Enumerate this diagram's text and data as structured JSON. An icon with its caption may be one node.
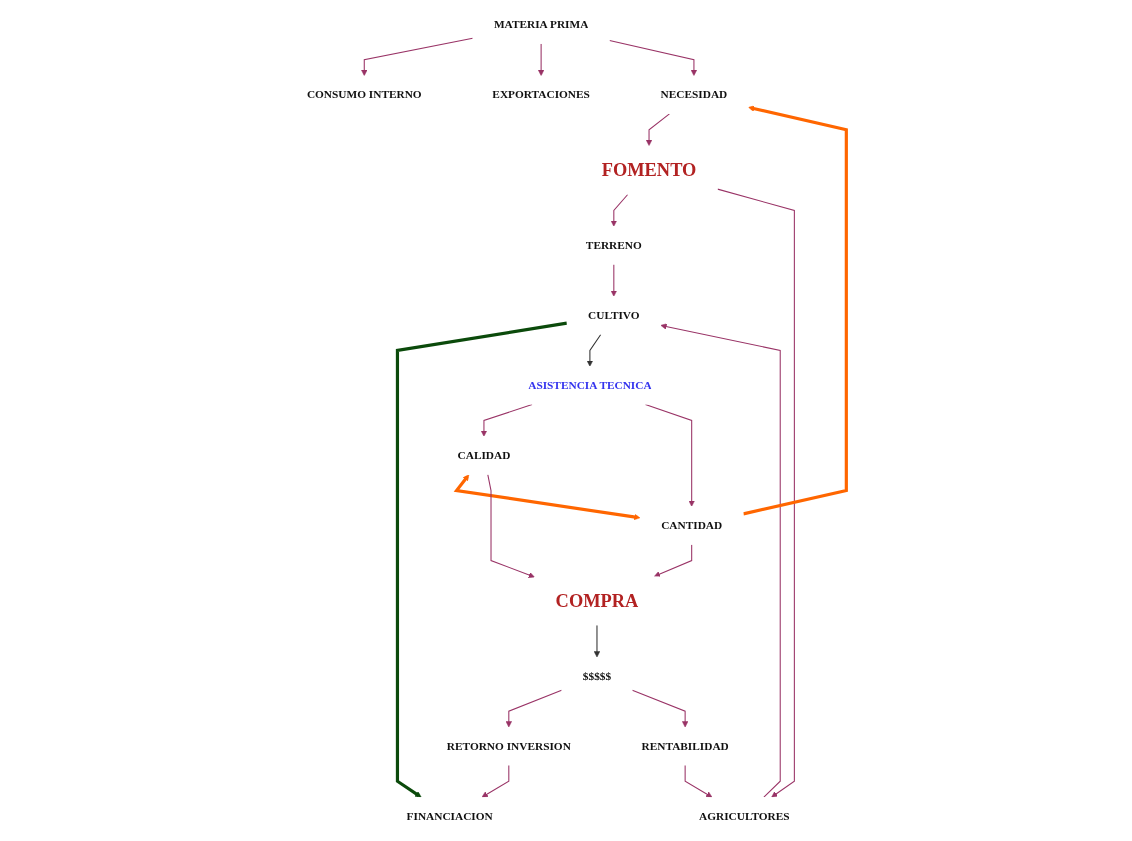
{
  "diagram": {
    "nodes": [
      {
        "text": [
          "CONSUMO INTERNO"
        ]
      },
      {
        "text": [
          "EXPORTACIONES"
        ]
      },
      {
        "text": [
          "MATERIA PRIMA"
        ]
      },
      {
        "text": [
          "NECESIDAD"
        ]
      },
      {
        "text": [
          "FOMENTO"
        ]
      },
      {
        "text": [
          "TERRENO"
        ]
      },
      {
        "text": [
          "AGRICULTORES"
        ]
      },
      {
        "text": [
          "FINANCIACION"
        ]
      },
      {
        "text": [
          "CULTIVO"
        ]
      },
      {
        "text": [
          "ASISTENCIA TECNICA"
        ]
      },
      {
        "text": [
          "CALIDAD"
        ]
      },
      {
        "text": [
          "CANTIDAD"
        ]
      },
      {
        "text": [
          "RETORNO INVERSION"
        ]
      },
      {
        "text": [
          "RENTABILIDAD"
        ]
      },
      {
        "text": [
          "COMPRA"
        ]
      },
      {
        "text": [
          "$$$$$"
        ]
      }
    ],
    "edges": [
      {
        "from": 2,
        "to": 0,
        "arrow": "to"
      },
      {
        "from": 2,
        "to": 1,
        "arrow": "to"
      },
      {
        "from": 2,
        "to": 3,
        "arrow": "to"
      },
      {
        "from": 3,
        "to": 4,
        "arrow": "to"
      },
      {
        "from": 4,
        "to": 5,
        "arrow": "to"
      },
      {
        "from": 4,
        "to": 6,
        "arrow": "to"
      },
      {
        "from": 5,
        "to": 8,
        "arrow": "to"
      },
      {
        "from": 6,
        "to": 8,
        "arrow": "to"
      },
      {
        "from": 8,
        "to": 7,
        "arrow": "to",
        "style": "thick",
        "color": "#0b4a0b"
      },
      {
        "from": 8,
        "to": 9,
        "arrow": "to",
        "color": "#333333"
      },
      {
        "from": 9,
        "to": 10,
        "arrow": "to"
      },
      {
        "from": 9,
        "to": 11,
        "arrow": "to"
      },
      {
        "from": 10,
        "to": 11,
        "arrow": "both",
        "style": "thick",
        "color": "#ff6600"
      },
      {
        "from": 11,
        "to": 3,
        "arrow": "to",
        "style": "thick",
        "color": "#ff6600"
      },
      {
        "from": 10,
        "to": 14,
        "arrow": "to"
      },
      {
        "from": 11,
        "to": 14,
        "arrow": "to"
      },
      {
        "from": 14,
        "to": 15,
        "arrow": "to",
        "color": "#333333"
      },
      {
        "from": 15,
        "to": 12,
        "arrow": "to"
      },
      {
        "from": 15,
        "to": 13,
        "arrow": "to"
      },
      {
        "from": 12,
        "to": 7,
        "arrow": "to"
      },
      {
        "from": 13,
        "to": 6,
        "arrow": "to"
      }
    ]
  }
}
